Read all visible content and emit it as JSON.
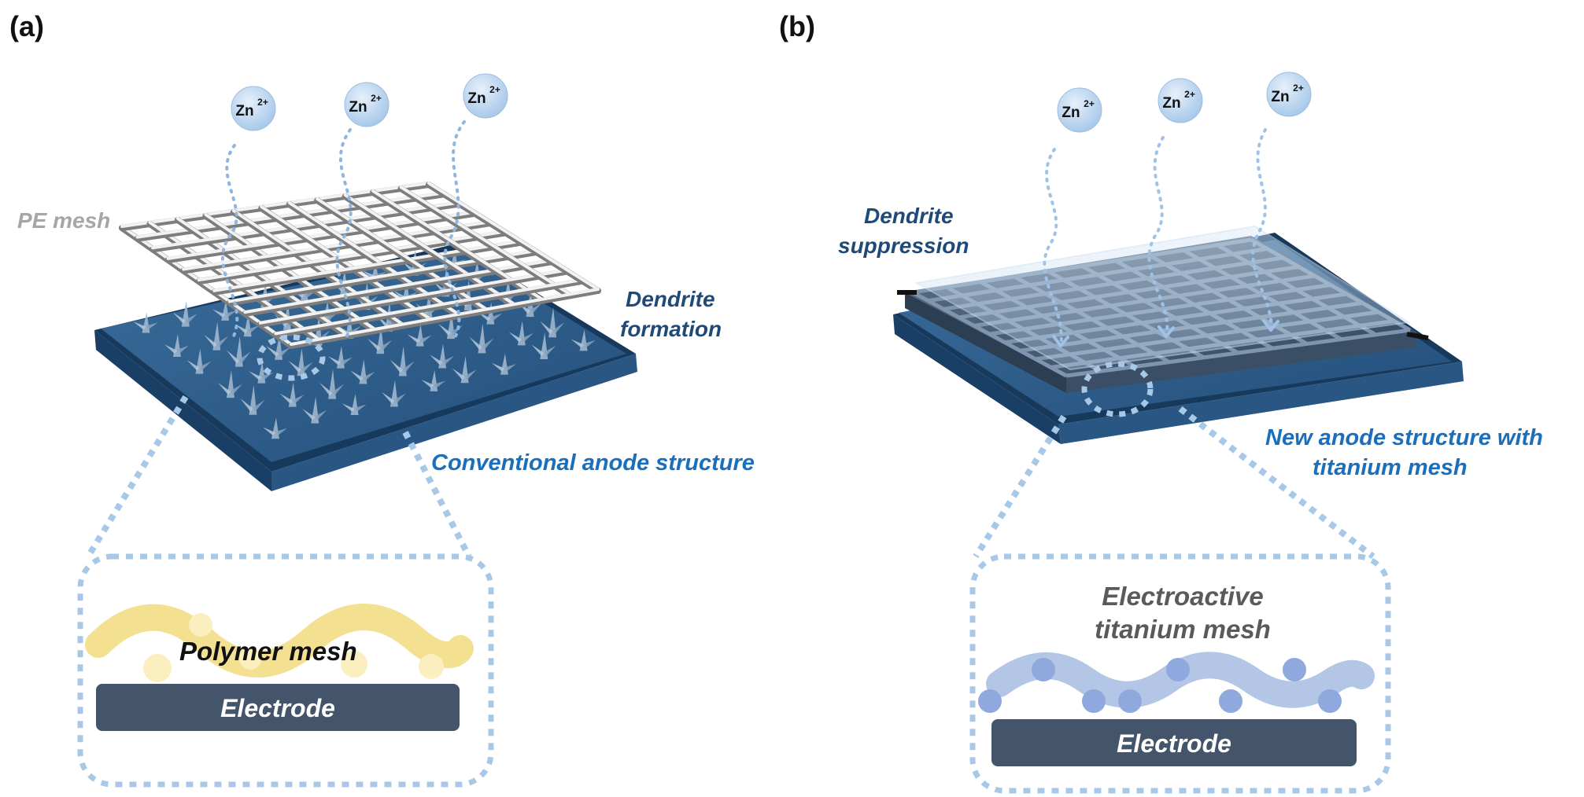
{
  "panel_a": {
    "label": "(a)",
    "ions": [
      "Zn",
      "Zn",
      "Zn"
    ],
    "ion_charge": "2+",
    "pe_mesh_label": "PE mesh",
    "dendrite_label": [
      "Dendrite",
      "formation"
    ],
    "caption": "Conventional anode structure",
    "inset_mesh_label": "Polymer mesh",
    "inset_electrode_label": "Electrode"
  },
  "panel_b": {
    "label": "(b)",
    "ions": [
      "Zn",
      "Zn",
      "Zn"
    ],
    "ion_charge": "2+",
    "suppression_label": [
      "Dendrite",
      "suppression"
    ],
    "caption": [
      "New anode structure with",
      "titanium mesh"
    ],
    "inset_mesh_label": [
      "Electroactive",
      "titanium mesh"
    ],
    "inset_electrode_label": "Electrode"
  },
  "colors": {
    "electrode_dark": "#1f4468",
    "electrode_top": "#2d5f8d",
    "inset_electrode": "#44546a",
    "ion_bubble": "#bcd6f0",
    "dotted_path": "#8fb6de",
    "polymer_mesh": "#f5e08a",
    "titanium_mesh": "#b3c6e6",
    "titanium_dots": "#8fa9de",
    "caption_blue": "#1a6fbd",
    "label_navy": "#1f4a78",
    "pe_gray": "#a6a6a6",
    "ti_label_gray": "#5a5a5a"
  }
}
